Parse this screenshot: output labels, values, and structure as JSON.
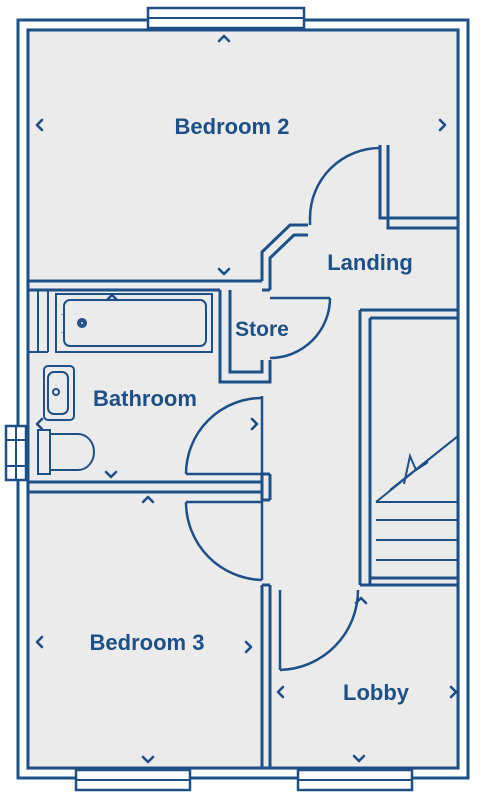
{
  "floorplan": {
    "rooms": {
      "bedroom2": "Bedroom 2",
      "landing": "Landing",
      "store": "Store",
      "bathroom": "Bathroom",
      "bedroom3": "Bedroom 3",
      "lobby": "Lobby"
    },
    "colors": {
      "wall": "#1e4f86",
      "floor": "#ebebeb",
      "background": "#ffffff"
    },
    "icons": [
      "chevron-up-icon",
      "chevron-down-icon",
      "chevron-left-icon",
      "chevron-right-icon",
      "bathtub-icon",
      "basin-icon",
      "toilet-icon",
      "staircase-icon"
    ]
  }
}
